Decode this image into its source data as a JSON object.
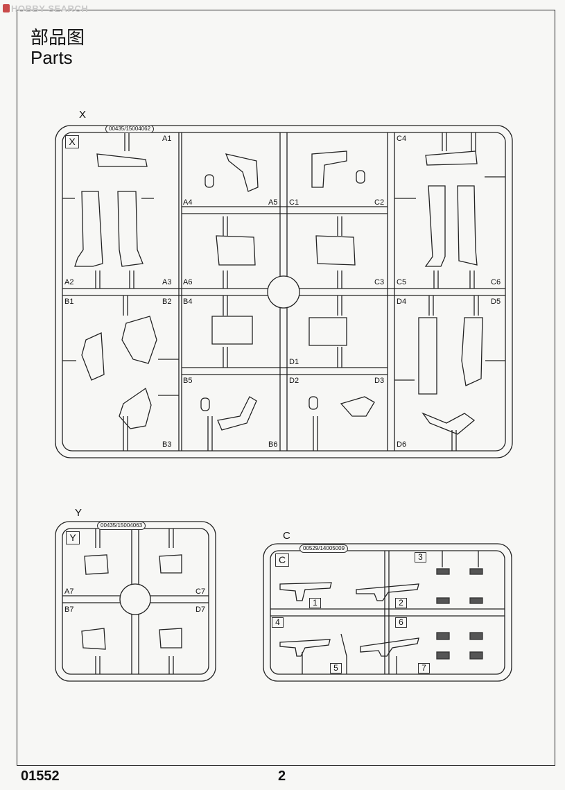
{
  "watermark": "HOBBY SEARCH",
  "title_cn": "部品图",
  "title_en": "Parts",
  "sprue_x": {
    "letter": "X",
    "code": "00435/15004062",
    "corner": "X",
    "labels": [
      "A1",
      "A4",
      "A5",
      "C1",
      "C2",
      "C4",
      "A2",
      "A3",
      "A6",
      "C3",
      "C5",
      "C6",
      "B1",
      "B2",
      "B4",
      "D4",
      "D5",
      "D1",
      "B5",
      "D2",
      "D3",
      "B3",
      "B6",
      "D6"
    ]
  },
  "sprue_y": {
    "letter": "Y",
    "code": "00435/15004063",
    "corner": "Y",
    "labels": [
      "A7",
      "C7",
      "B7",
      "D7"
    ]
  },
  "sprue_c": {
    "letter": "C",
    "code": "00529/14005009",
    "corner": "C",
    "numbers": [
      "1",
      "2",
      "3",
      "4",
      "5",
      "6",
      "7"
    ]
  },
  "footer": {
    "code": "01552",
    "page": "2"
  }
}
